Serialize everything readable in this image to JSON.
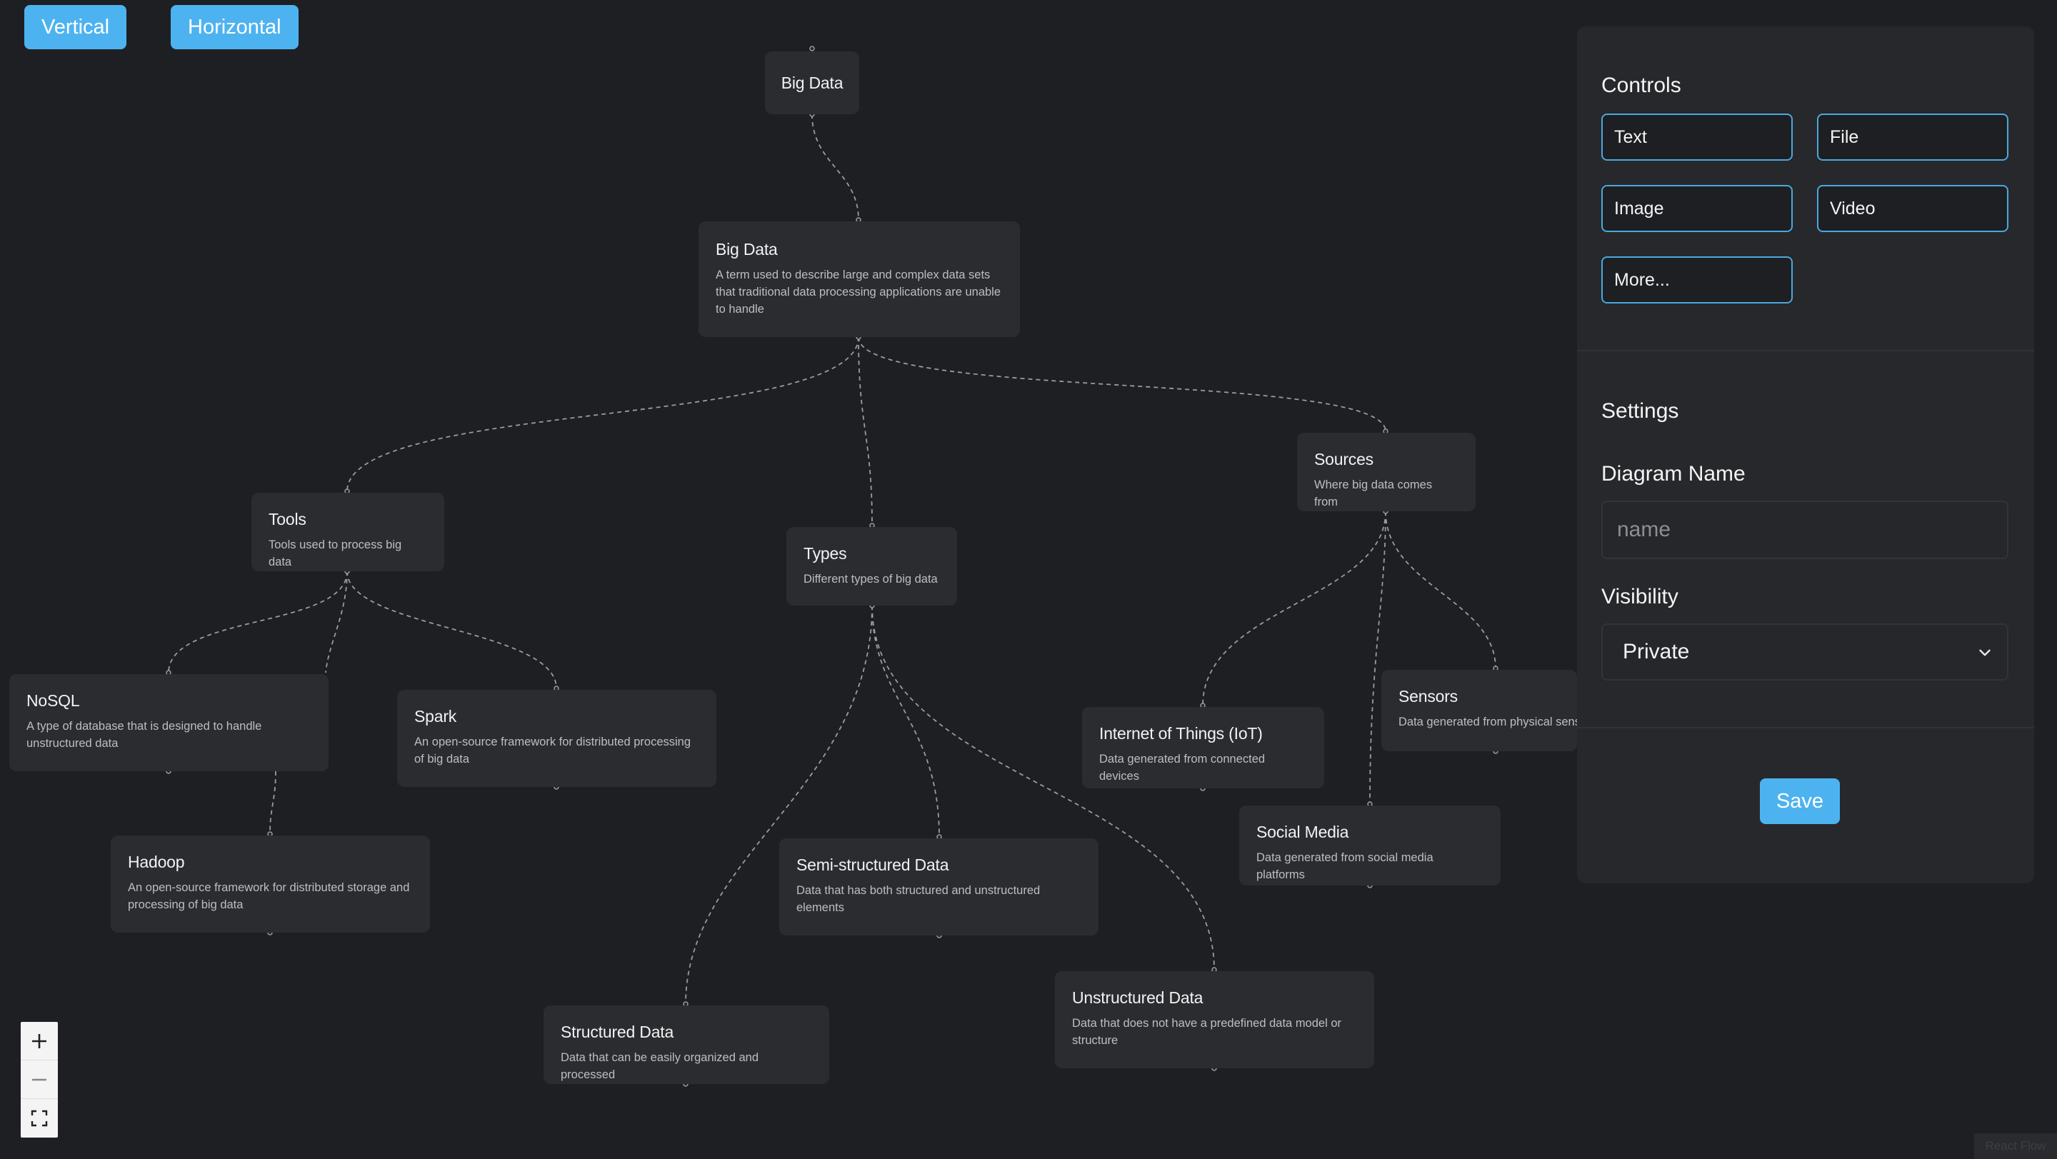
{
  "toolbar": {
    "vertical_label": "Vertical",
    "horizontal_label": "Horizontal"
  },
  "nodes": {
    "root": {
      "title": "Big Data"
    },
    "big_data": {
      "title": "Big Data",
      "desc": "A term used to describe large and complex data sets that traditional data processing applications are unable to handle"
    },
    "tools": {
      "title": "Tools",
      "desc": "Tools used to process big data"
    },
    "types": {
      "title": "Types",
      "desc": "Different types of big data"
    },
    "sources": {
      "title": "Sources",
      "desc": "Where big data comes from"
    },
    "nosql": {
      "title": "NoSQL",
      "desc": "A type of database that is designed to handle unstructured data"
    },
    "spark": {
      "title": "Spark",
      "desc": "An open-source framework for distributed processing of big data"
    },
    "hadoop": {
      "title": "Hadoop",
      "desc": "An open-source framework for distributed storage and processing of big data"
    },
    "semi": {
      "title": "Semi-structured Data",
      "desc": "Data that has both structured and unstructured elements"
    },
    "structured": {
      "title": "Structured Data",
      "desc": "Data that can be easily organized and processed"
    },
    "unstructured": {
      "title": "Unstructured Data",
      "desc": "Data that does not have a predefined data model or structure"
    },
    "iot": {
      "title": "Internet of Things (IoT)",
      "desc": "Data generated from connected devices"
    },
    "social": {
      "title": "Social Media",
      "desc": "Data generated from social media platforms"
    },
    "sensors": {
      "title": "Sensors",
      "desc": "Data generated from physical sens"
    }
  },
  "panel": {
    "controls_heading": "Controls",
    "buttons": {
      "text": "Text",
      "file": "File",
      "image": "Image",
      "video": "Video",
      "more": "More..."
    },
    "settings_heading": "Settings",
    "diagram_name_label": "Diagram Name",
    "diagram_name_value": "",
    "diagram_name_placeholder": "name",
    "visibility_label": "Visibility",
    "visibility_value": "Private",
    "save_label": "Save"
  },
  "zoom": {
    "in_icon": "plus-icon",
    "out_icon": "minus-icon",
    "fit_icon": "fit-view-icon"
  },
  "attribution": "React Flow",
  "colors": {
    "accent": "#4db3f0",
    "background": "#1e1f22",
    "node": "#2b2c30",
    "panel": "#27282c"
  }
}
